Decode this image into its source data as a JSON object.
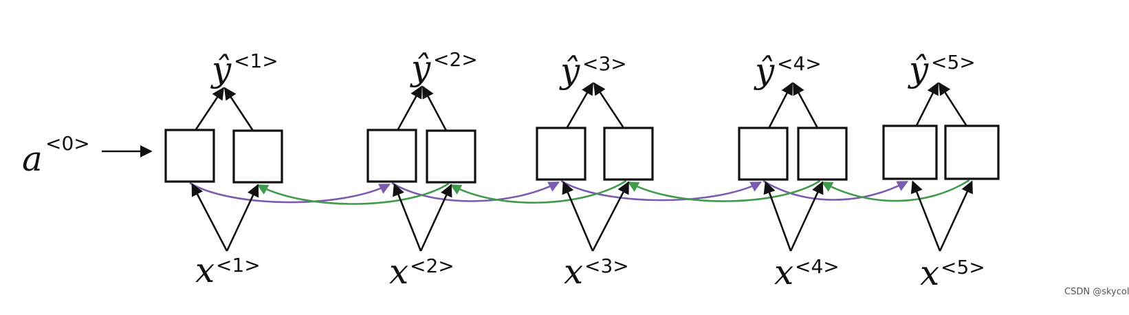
{
  "init_activation": {
    "base": "a",
    "superscript": "<0>"
  },
  "timesteps": [
    {
      "input_base": "x",
      "input_sup": "<1>",
      "output_base": "ŷ",
      "output_sup": "<1>"
    },
    {
      "input_base": "x",
      "input_sup": "<2>",
      "output_base": "ŷ",
      "output_sup": "<2>"
    },
    {
      "input_base": "x",
      "input_sup": "<3>",
      "output_base": "ŷ",
      "output_sup": "<3>"
    },
    {
      "input_base": "x",
      "input_sup": "<4>",
      "output_base": "ŷ",
      "output_sup": "<4>"
    },
    {
      "input_base": "x",
      "input_sup": "<5>",
      "output_base": "ŷ",
      "output_sup": "<5>"
    }
  ],
  "colors": {
    "forward_connections": "#7a5bb0",
    "backward_connections": "#3f9a4a",
    "input_output_arrows": "#111111"
  },
  "watermark": "CSDN @skycol"
}
